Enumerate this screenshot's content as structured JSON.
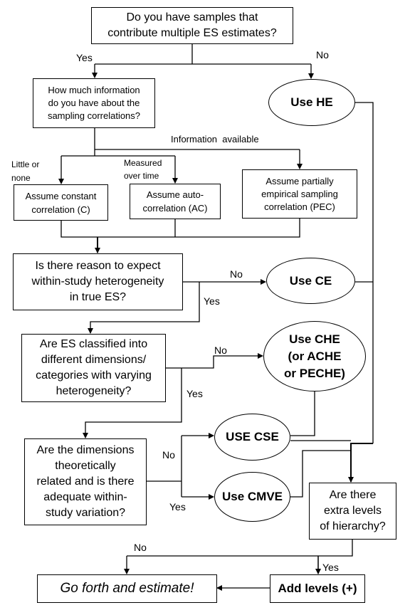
{
  "nodes": {
    "q_multiple": "Do you have samples that\ncontribute multiple ES estimates?",
    "q_info": "How much information\ndo you have about the\nsampling correlations?",
    "use_he": "Use HE",
    "constant": "Assume constant\ncorrelation (C)",
    "auto": "Assume auto-\ncorrelation (AC)",
    "pec": "Assume partially\nempirical sampling\ncorrelation (PEC)",
    "q_within": "Is there reason to expect\nwithin-study heterogeneity\nin true ES?",
    "use_ce": "Use CE",
    "q_dimensions": "Are ES classified into\ndifferent dimensions/\ncategories with varying\nheterogeneity?",
    "use_che": "Use CHE\n(or ACHE\nor PECHE)",
    "q_related": "Are the dimensions\ntheoretically\nrelated and is there\nadequate within-\nstudy variation?",
    "use_cse": "USE CSE",
    "use_cmve": "Use CMVE",
    "q_levels": "Are there\nextra levels\nof hierarchy?",
    "go_forth": "Go forth and estimate!",
    "add_levels": "Add levels (+)"
  },
  "edge_labels": {
    "yes_1": "Yes",
    "no_1": "No",
    "little": "Little or\nnone",
    "measured": "Measured\nover time",
    "available": "Information  available",
    "no_2": "No",
    "yes_2": "Yes",
    "no_3": "No",
    "yes_3": "Yes",
    "no_4": "No",
    "yes_4": "Yes",
    "no_5": "No",
    "yes_5": "Yes"
  }
}
